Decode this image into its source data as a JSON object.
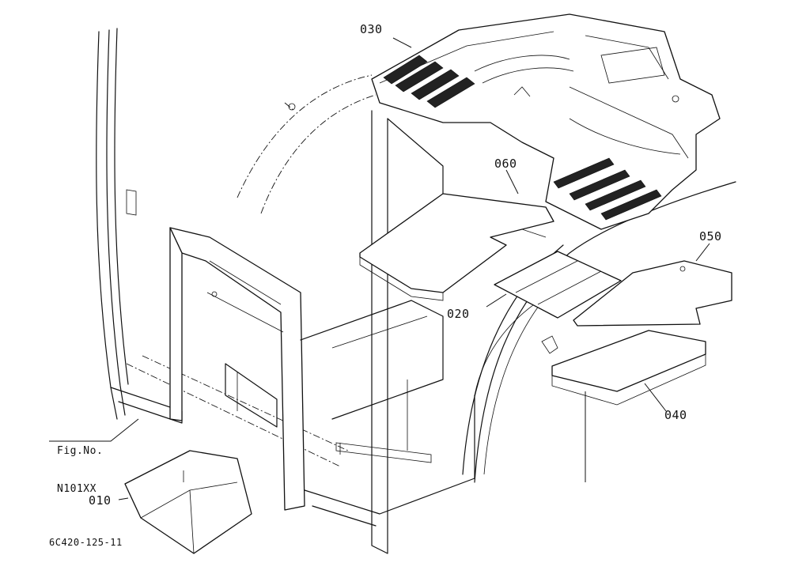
{
  "diagram": {
    "callouts": {
      "p010": "010",
      "p020": "020",
      "p030": "030",
      "p040": "040",
      "p050": "050",
      "p060": "060"
    },
    "figure_reference": {
      "line1": "Fig.No.",
      "line2": "N101XX"
    },
    "drawing_code": "6C420-125-11"
  }
}
